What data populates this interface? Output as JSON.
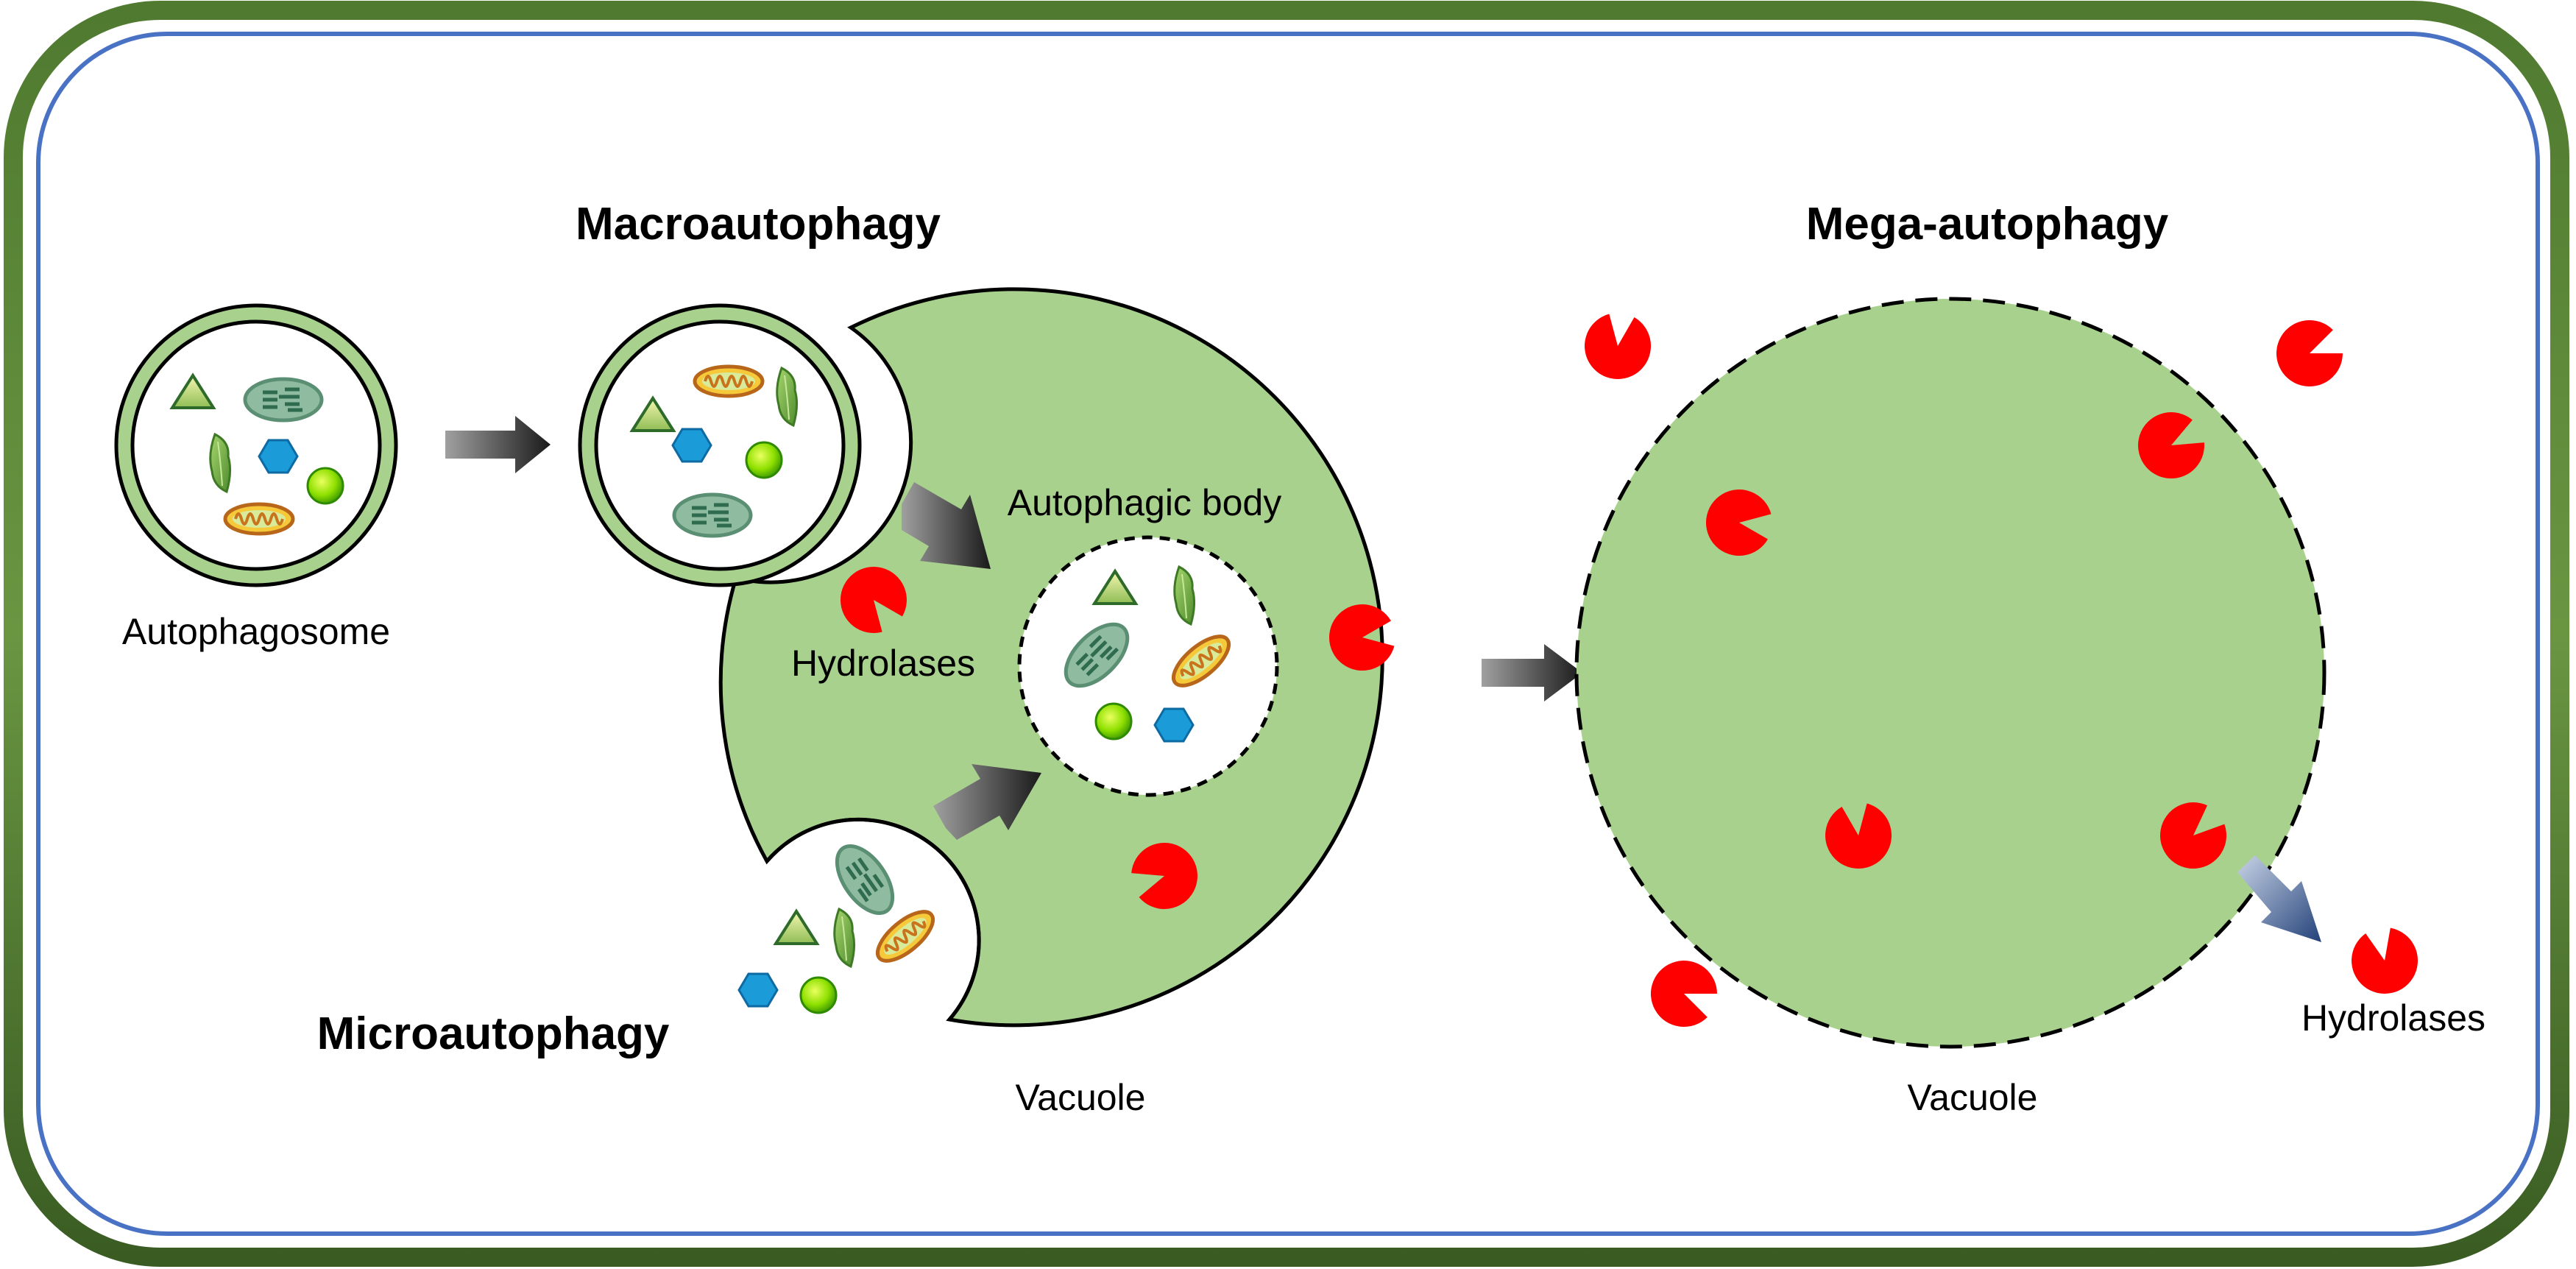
{
  "titles": {
    "macroautophagy": "Macroautophagy",
    "microautophagy": "Microautophagy",
    "mega_autophagy": "Mega-autophagy"
  },
  "labels": {
    "autophagosome": "Autophagosome",
    "autophagic_body": "Autophagic body",
    "hydrolases_left": "Hydrolases",
    "vacuole_left": "Vacuole",
    "vacuole_right": "Vacuole",
    "hydrolases_right": "Hydrolases"
  },
  "colors": {
    "cell_wall_outer": "#3d5f25",
    "cell_wall_highlight": "#5f8a3a",
    "plasma_membrane": "#4a72c4",
    "vacuole_fill": "#a9d18e",
    "hydrolase": "#ff0000",
    "arrow": "#333333",
    "leak_arrow": "#7a93b8",
    "hexagon": "#1b9bd7",
    "mitochondrion": "#c5761b",
    "chloroplast": "#5a9d7a",
    "sphere": "#66dd00"
  }
}
